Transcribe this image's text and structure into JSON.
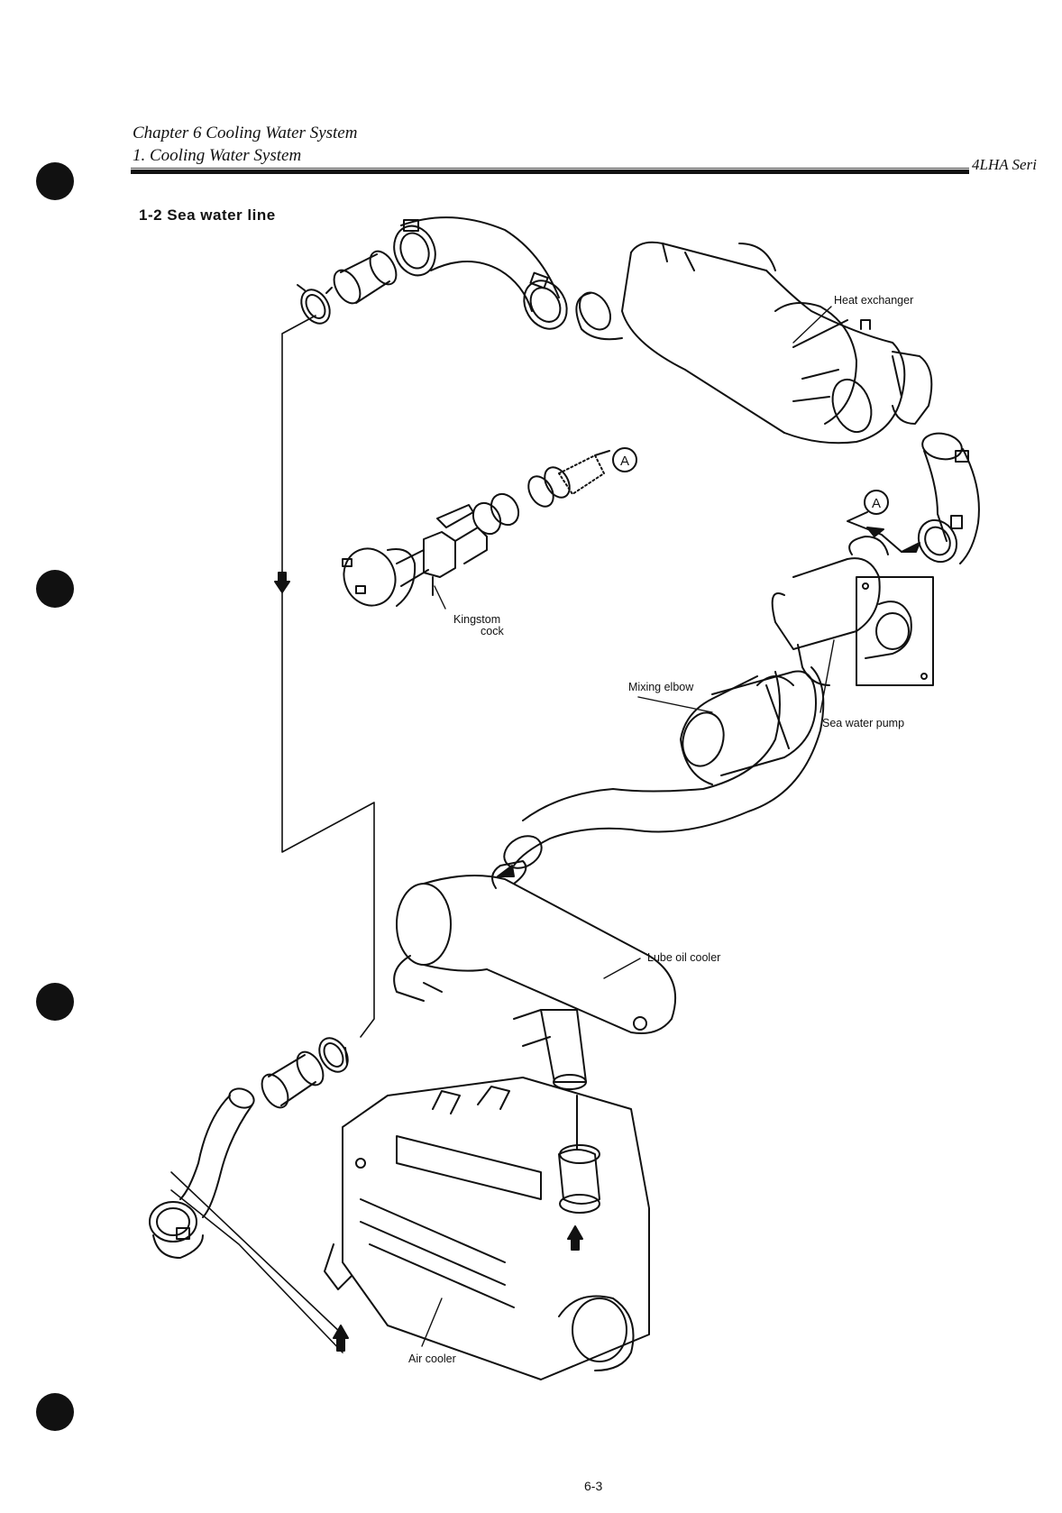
{
  "header": {
    "chapter": "Chapter 6  Cooling Water System",
    "section": "1. Cooling Water System",
    "series": "4LHA Seri"
  },
  "section_title": "1-2 Sea water line",
  "labels": {
    "heat_exchanger": "Heat exchanger",
    "kingston_line1": "Kingstom",
    "kingston_line2": "cock",
    "mixing_elbow": "Mixing elbow",
    "sea_water_pump": "Sea water pump",
    "lube_oil_cooler": "Lube oil cooler",
    "air_cooler": "Air cooler",
    "callout_a": "A"
  },
  "page_number": "6-3"
}
